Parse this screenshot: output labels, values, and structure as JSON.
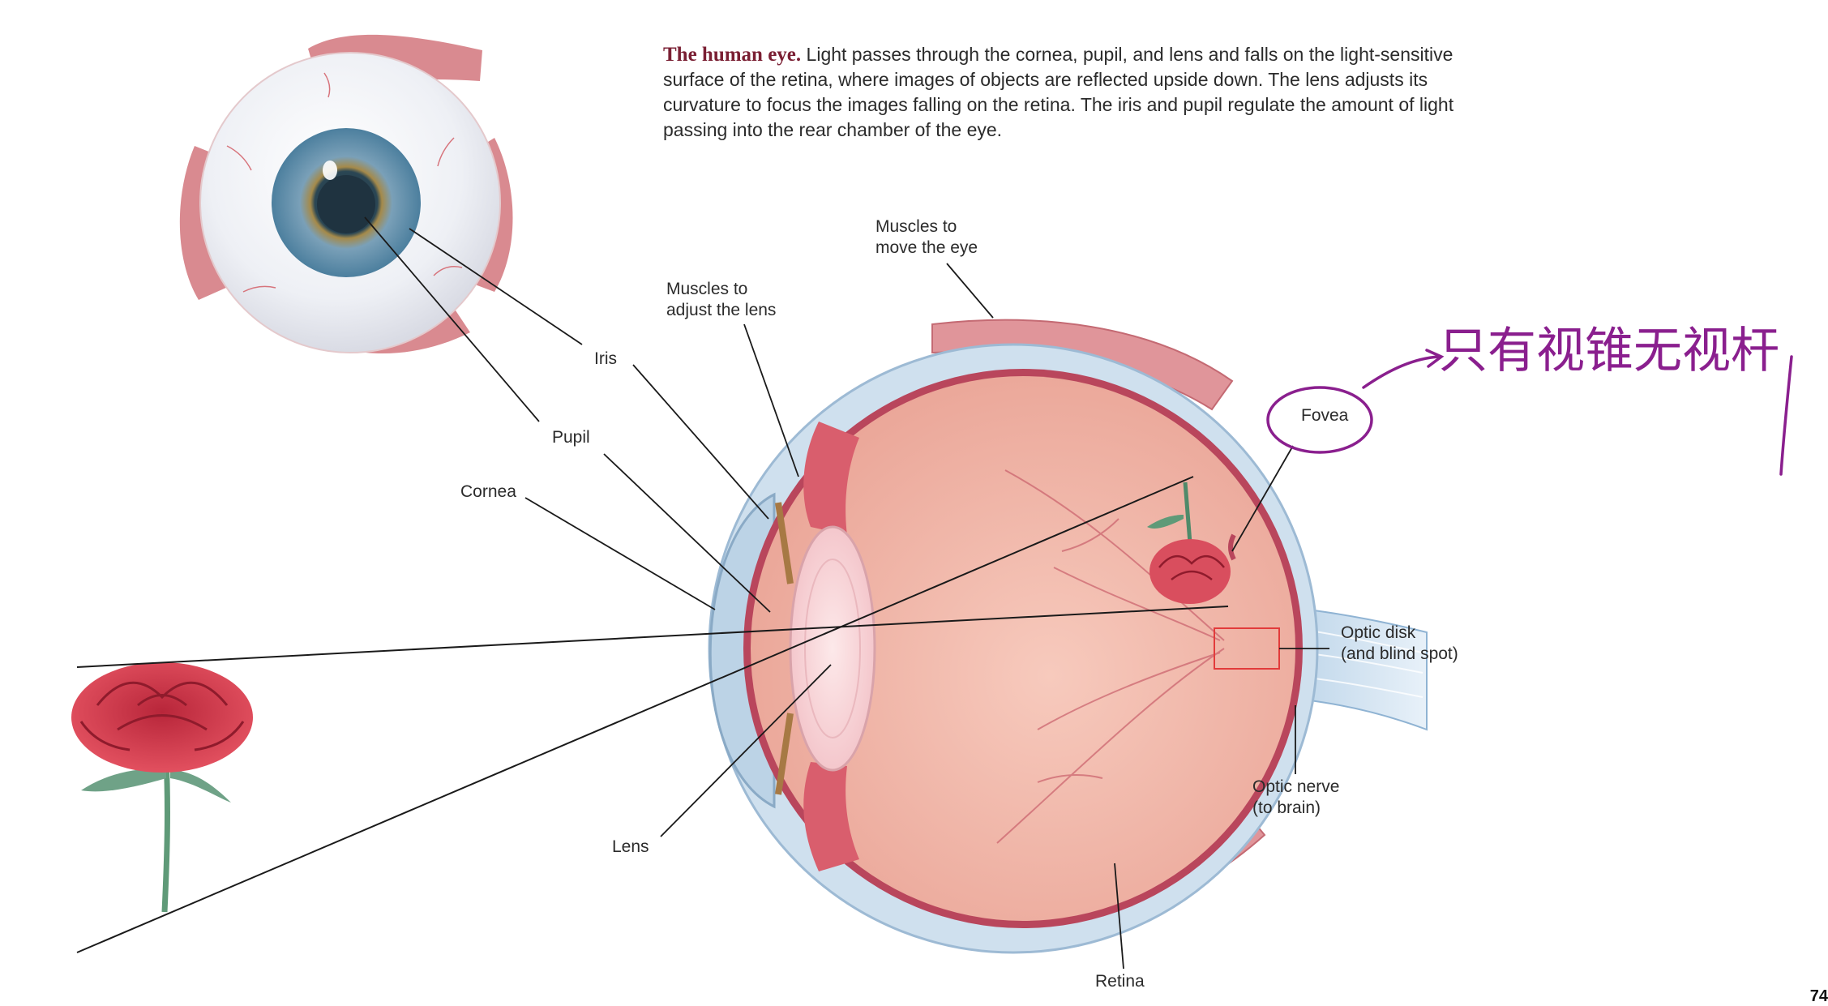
{
  "caption": {
    "title": "The human eye.",
    "body": "Light passes through the cornea, pupil, and lens and falls on the light-sensitive surface of the retina, where images of objects are reflected upside down. The lens adjusts its curvature to focus the images falling on the retina. The iris and pupil regulate the amount of light passing into the rear chamber of the eye."
  },
  "labels": {
    "muscles_eye_1": "Muscles to",
    "muscles_eye_2": "move the eye",
    "muscles_lens_1": "Muscles to",
    "muscles_lens_2": "adjust the lens",
    "iris": "Iris",
    "pupil": "Pupil",
    "cornea": "Cornea",
    "fovea": "Fovea",
    "optic_disk_1": "Optic disk",
    "optic_disk_2": "(and blind spot)",
    "optic_nerve_1": "Optic nerve",
    "optic_nerve_2": "(to brain)",
    "lens": "Lens",
    "retina": "Retina"
  },
  "annotation": {
    "handwritten_note": "只有视锥无视杆",
    "ink_color": "#8a1f8e"
  },
  "page_number": "74",
  "colors": {
    "caption_title": "#7a1f33",
    "label_text": "#2b2b2b",
    "eye_interior": "#f2b9ad",
    "muscle": "#d8848a",
    "optic_nerve": "#bcd6ea",
    "blind_spot_box": "#e23b3b"
  }
}
